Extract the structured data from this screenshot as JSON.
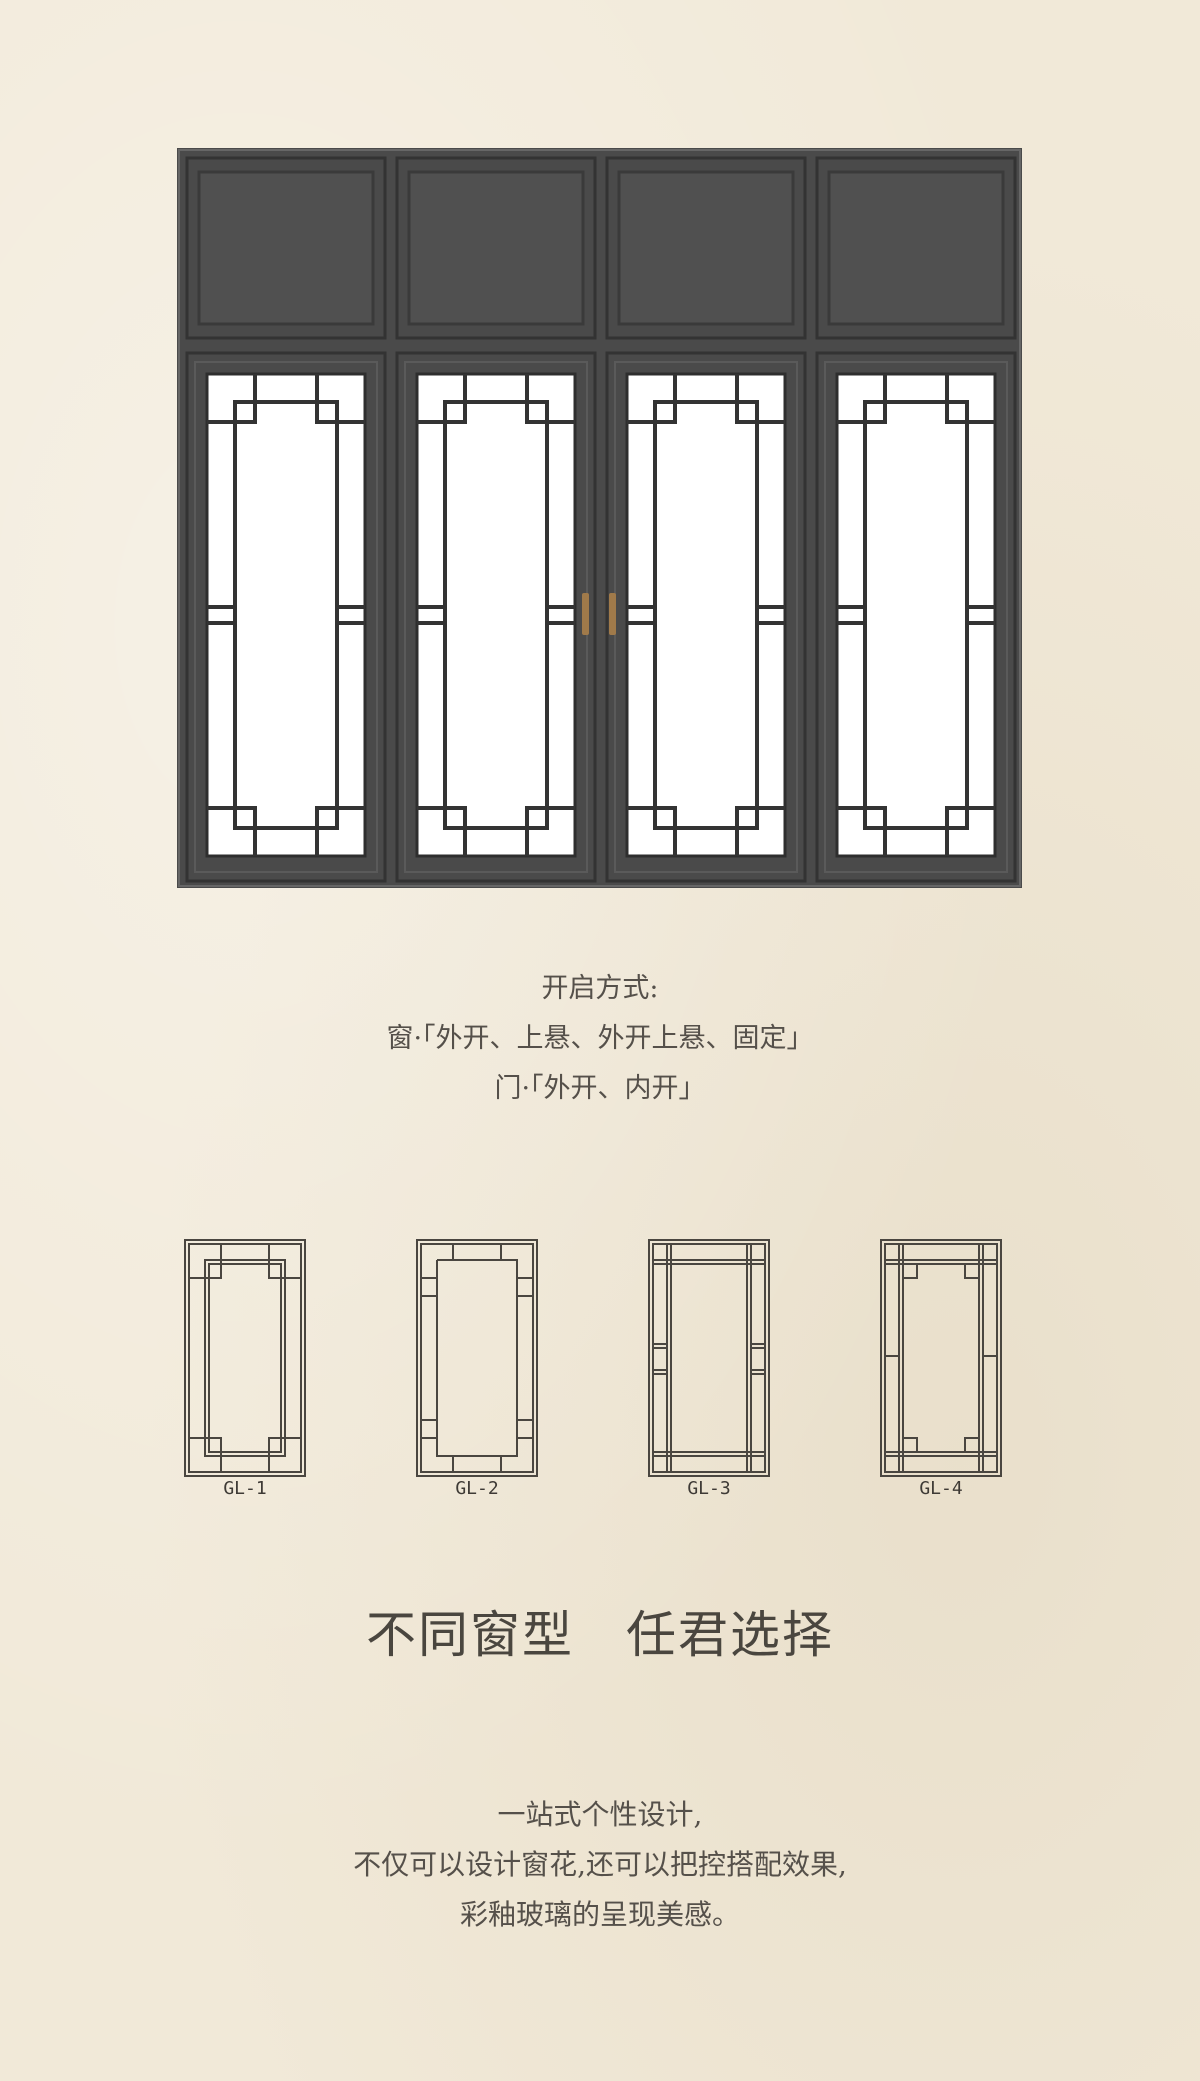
{
  "opening": {
    "heading": "开启方式:",
    "window_line": "窗·「外开、上悬、外开上悬、固定」",
    "door_line": "门·「外开、内开」"
  },
  "grille_types": [
    {
      "label": "GL-1"
    },
    {
      "label": "GL-2"
    },
    {
      "label": "GL-3"
    },
    {
      "label": "GL-4"
    }
  ],
  "headline": "不同窗型　任君选择",
  "description": [
    "一站式个性设计,",
    "不仅可以设计窗花,还可以把控搭配效果,",
    "彩釉玻璃的呈现美感。"
  ],
  "colors": {
    "frame": "#4a4a4a",
    "frame_dark": "#333333",
    "handle": "#a07a4a",
    "background": "#f1e9d8"
  }
}
